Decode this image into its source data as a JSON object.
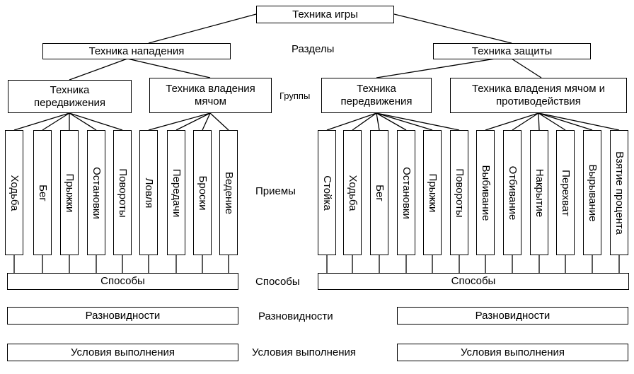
{
  "root": "Техника игры",
  "sections": {
    "attack": "Техника нападения",
    "defense": "Техника защиты"
  },
  "groups": {
    "attack_movement": "Техника\nпередвижения",
    "attack_ball": "Техника владения\nмячом",
    "defense_movement": "Техника\nпередвижения",
    "defense_ball": "Техника владения мячом и\nпротиводействия"
  },
  "labels": {
    "sections": "Разделы",
    "groups": "Группы",
    "techniques": "Приемы",
    "methods": "Способы",
    "varieties": "Разновидности",
    "conditions": "Условия выполнения"
  },
  "attack_movement_techniques": [
    "Ходьба",
    "Бег",
    "Прыжки",
    "Остановки",
    "Повороты"
  ],
  "attack_ball_techniques": [
    "Ловля",
    "Передачи",
    "Броски",
    "Ведение"
  ],
  "defense_movement_techniques": [
    "Стойка",
    "Ходьба",
    "Бег",
    "Остановки",
    "Прыжки",
    "Повороты"
  ],
  "defense_ball_techniques": [
    "Выбивание",
    "Отбивание",
    "Накрытие",
    "Перехват",
    "Вырывание",
    "Взятие процента"
  ],
  "bottom": {
    "attack_methods": "Способы",
    "defense_methods": "Способы",
    "attack_varieties": "Разновидности",
    "defense_varieties": "Разновидности",
    "attack_conditions": "Условия выполнения",
    "defense_conditions": "Условия выполнения"
  }
}
